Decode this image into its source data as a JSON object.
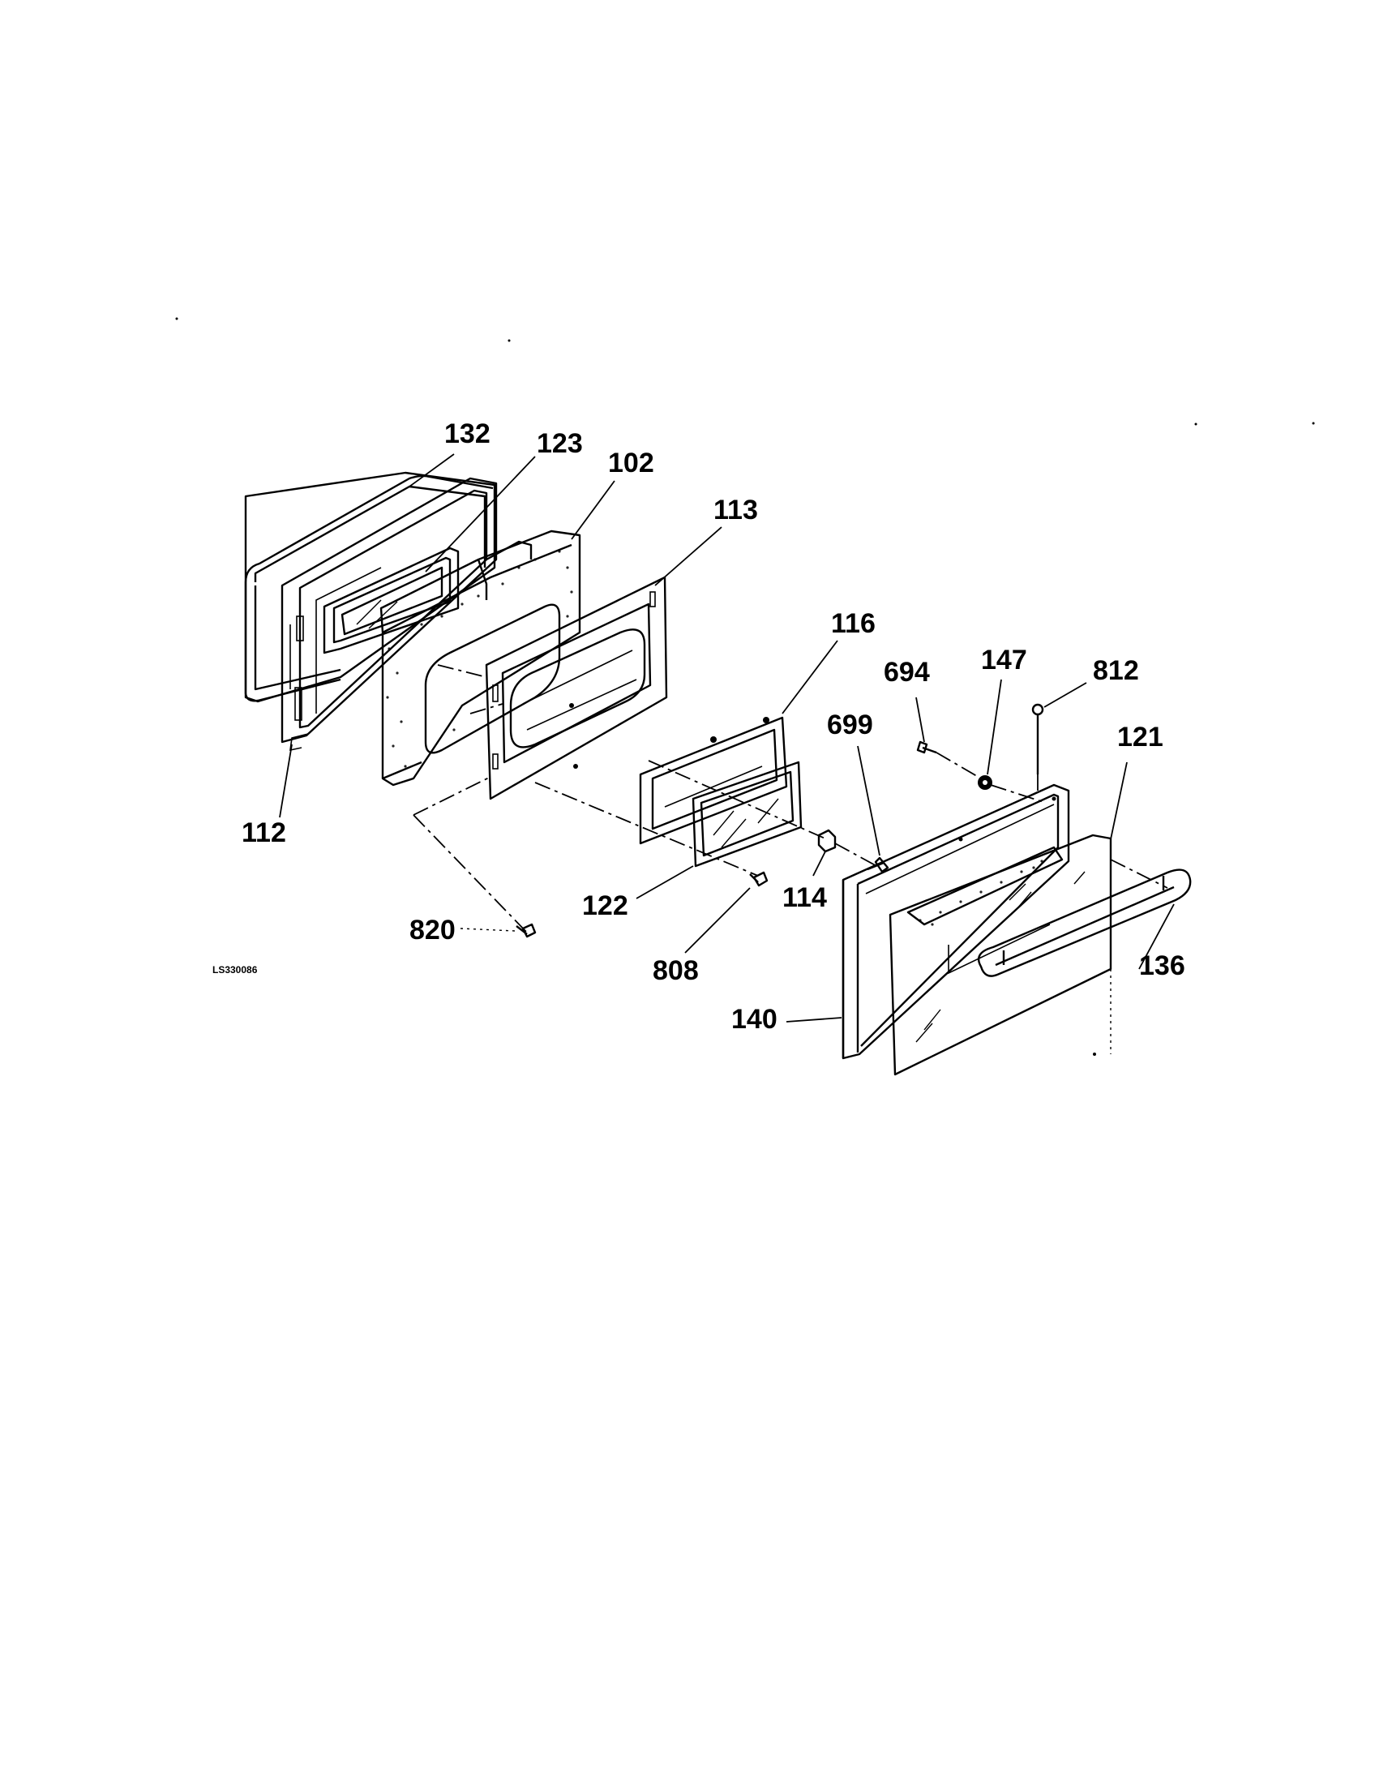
{
  "drawing_code": "LS330086",
  "parts": {
    "p132": "132",
    "p123": "123",
    "p102": "102",
    "p113": "113",
    "p116": "116",
    "p694": "694",
    "p147": "147",
    "p812": "812",
    "p699": "699",
    "p121": "121",
    "p112": "112",
    "p122": "122",
    "p114": "114",
    "p820": "820",
    "p808": "808",
    "p136": "136",
    "p140": "140"
  }
}
